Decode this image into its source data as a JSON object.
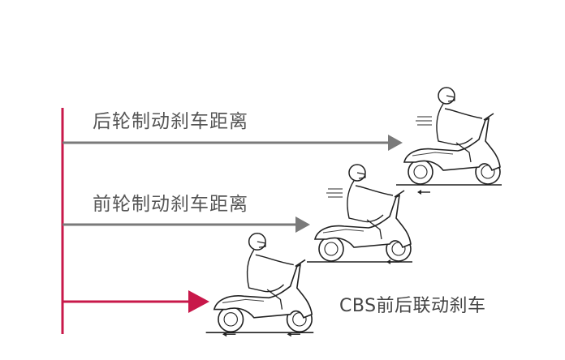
{
  "diagram": {
    "rows": [
      {
        "id": "rear",
        "label": "后轮制动刹车距离",
        "color": "#7a7a7a"
      },
      {
        "id": "front",
        "label": "前轮制动刹车距离",
        "color": "#7a7a7a"
      },
      {
        "id": "cbs",
        "label": "CBS前后联动刹车",
        "color": "#c8184a"
      }
    ],
    "axis_color": "#c8184a"
  }
}
